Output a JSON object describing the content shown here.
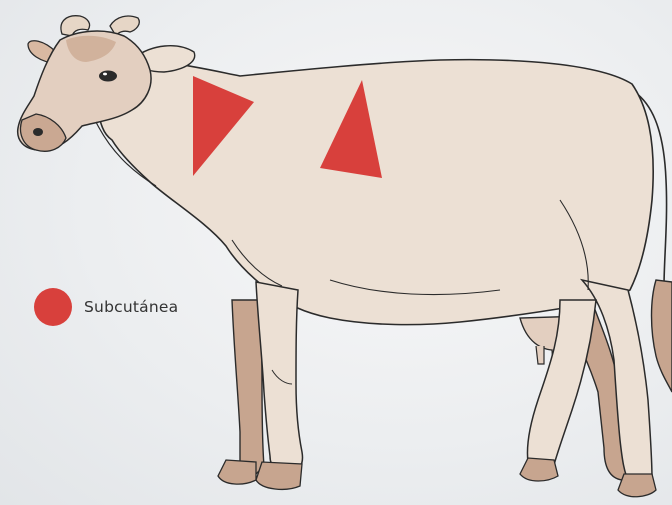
{
  "legend": {
    "label": "Subcutánea",
    "marker_color": "#d8403c"
  },
  "colors": {
    "background": "#eeeff1",
    "cow_body": "#ece0d4",
    "cow_shading": "#c7a58f",
    "outline": "#2b2b2b",
    "injection_site": "#d8403c"
  },
  "illustration": {
    "subject": "cow",
    "injection_sites_count": 2,
    "injection_site_shape": "triangle"
  }
}
